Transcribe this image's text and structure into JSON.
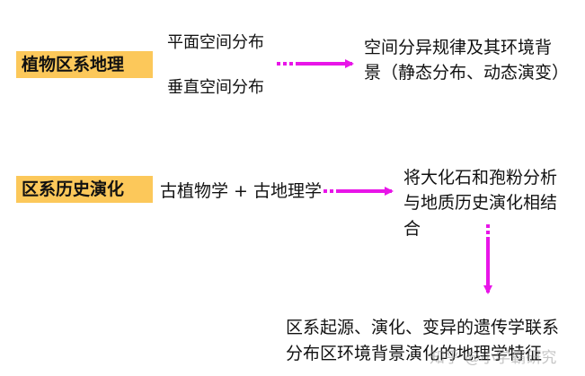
{
  "colors": {
    "label_bg": "#fcc85a",
    "arrow": "#e815e8"
  },
  "row1": {
    "label": "植物区系地理",
    "item_top": "平面空间分布",
    "item_bottom": "垂直空间分布",
    "result_line1": "空间分异规律及其环境背",
    "result_line2": "景（静态分布、动态演变）"
  },
  "row2": {
    "label": "区系历史演化",
    "method": "古植物学 + 古地理学",
    "result_line1": "将大化石和孢粉分析",
    "result_line2": "与地质历史演化相结",
    "result_line3": "合"
  },
  "bottom": {
    "line1": "区系起源、演化、变异的遗传学联系",
    "line2": "分布区环境背景演化的地理学特征"
  },
  "watermark": "知乎 @小学霸研究"
}
